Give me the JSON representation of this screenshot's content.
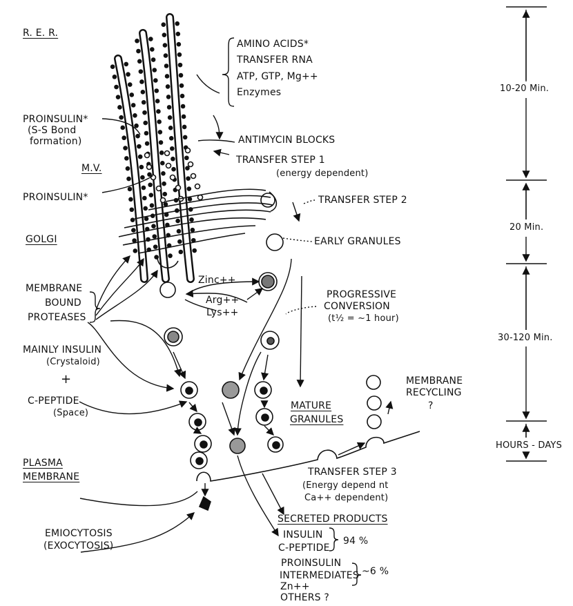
{
  "labels": {
    "rer": "R. E. R.",
    "rer_inputs": [
      "AMINO ACIDS*",
      "TRANSFER RNA",
      "ATP, GTP, Mg++",
      "Enzymes"
    ],
    "proinsulin_ss": [
      "PROINSULIN*",
      "(S-S Bond",
      "formation)"
    ],
    "antimycin": "ANTIMYCIN BLOCKS",
    "transfer1": [
      "TRANSFER STEP 1",
      "(energy dependent)"
    ],
    "mv": "M.V.",
    "proinsulin": "PROINSULIN*",
    "transfer2": "TRANSFER STEP 2",
    "golgi": "GOLGI",
    "early_granules": "EARLY GRANULES",
    "membrane_bound": [
      "MEMBRANE",
      "BOUND",
      "PROTEASES"
    ],
    "zinc": "Zinc++",
    "arg": "Arg++",
    "lys": "Lys++",
    "progressive": [
      "PROGRESSIVE",
      "CONVERSION",
      "(t½ = ~1 hour)"
    ],
    "mainly_insulin": "MAINLY INSULIN",
    "crystaloid": "(Crystaloid)",
    "plus": "+",
    "c_peptide": "C-PEPTIDE",
    "space": "(Space)",
    "membrane_recycling": [
      "MEMBRANE",
      "RECYCLING",
      "?"
    ],
    "mature_granules": [
      "MATURE",
      "GRANULES"
    ],
    "plasma_membrane": [
      "PLASMA",
      "MEMBRANE"
    ],
    "transfer3": [
      "TRANSFER STEP 3",
      "(Energy depend nt",
      "Ca++ dependent)"
    ],
    "emiocytosis": [
      "EMIOCYTOSIS",
      "(EXOCYTOSIS)"
    ],
    "secreted_products": "SECRETED PRODUCTS",
    "insulin": "INSULIN",
    "c_peptide2": "C-PEPTIDE",
    "pct94": "94 %",
    "proinsulin2": "PROINSULIN",
    "intermediates": "INTERMEDIATES",
    "pct6": "~6 %",
    "zn": "Zn++",
    "others": "OTHERS ?"
  },
  "timeline": {
    "t1": "10-20 Min.",
    "t2": "20 Min.",
    "t3": "30-120 Min.",
    "t4": "HOURS - DAYS"
  }
}
